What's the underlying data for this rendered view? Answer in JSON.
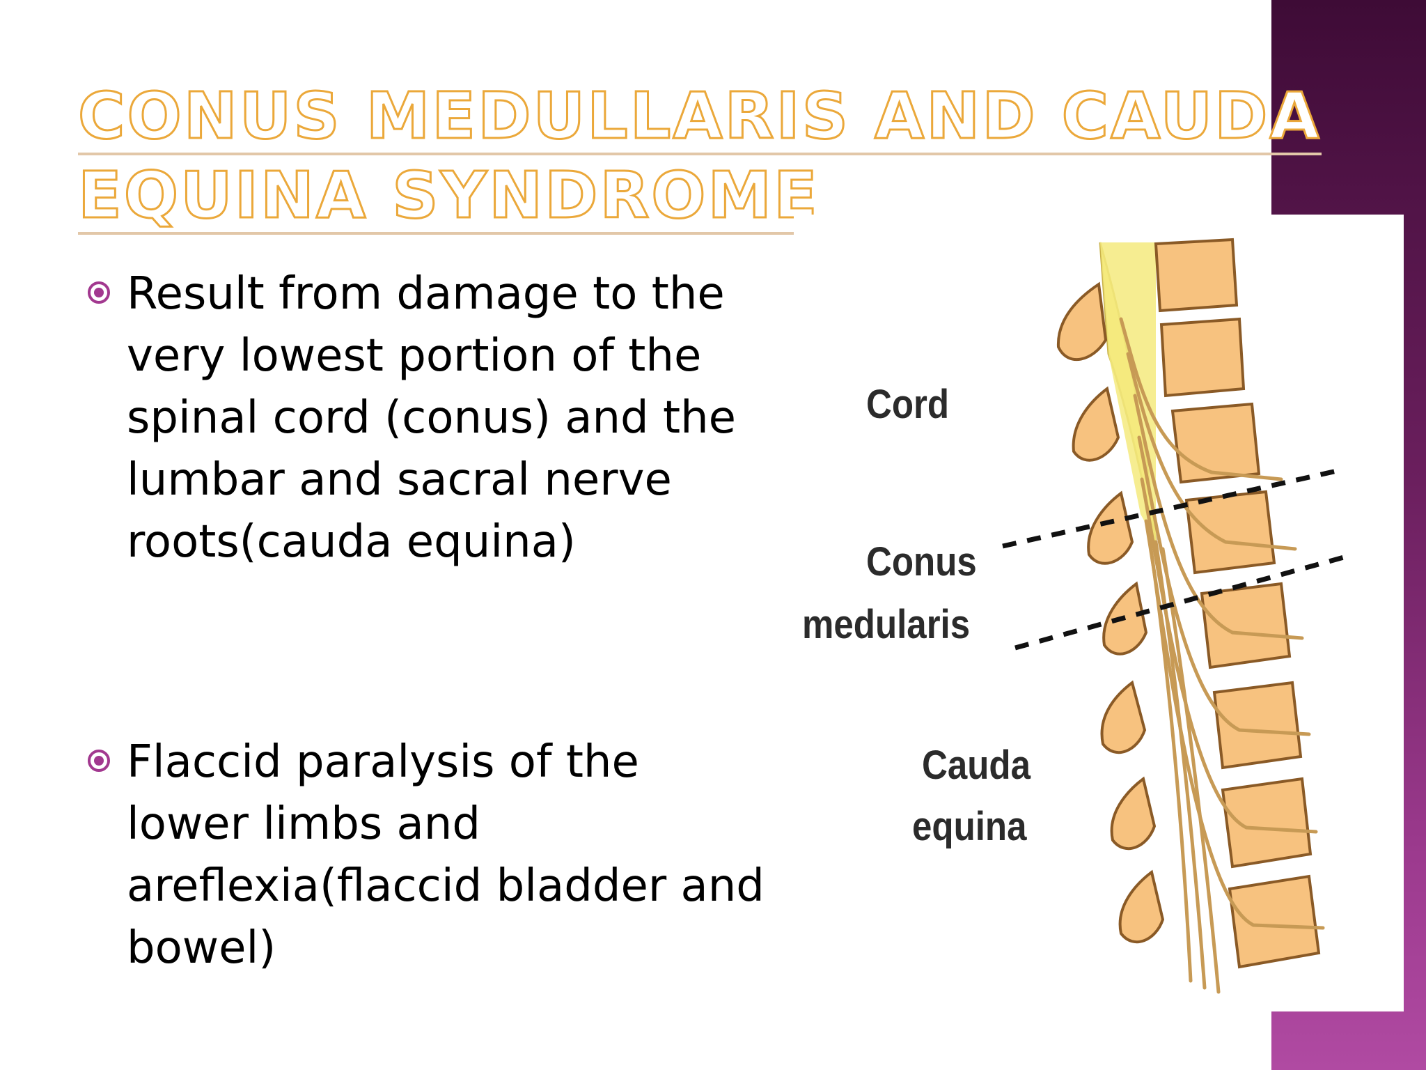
{
  "slide": {
    "title_lines": [
      "Conus Medullaris and Cauda",
      "Equina Syndrome"
    ],
    "bullets": [
      {
        "lines": [
          "Result from damage to the",
          "very lowest portion of the",
          "spinal cord (conus) and the",
          "lumbar and sacral nerve",
          "roots(cauda equina)"
        ]
      },
      {
        "lines": [
          "Flaccid paralysis of the",
          "lower limbs and",
          "areflexia(flaccid bladder and",
          "bowel)"
        ]
      }
    ]
  },
  "figure": {
    "labels": {
      "cord": "Cord",
      "conus": "Conus",
      "medularis": "medularis",
      "cauda": "Cauda",
      "equina": "equina"
    }
  },
  "colors": {
    "accent_band": "#6b1f5e",
    "title_stroke": "#eba83a",
    "bullet": "#a2388f",
    "bone": "#f7c27f",
    "cord": "#f5ea7e"
  }
}
